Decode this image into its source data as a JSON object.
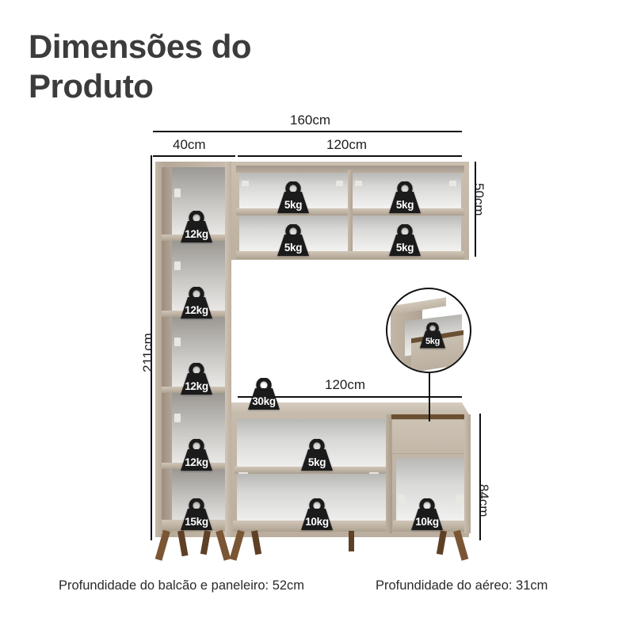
{
  "title": "Dimensões do Produto",
  "dimensions": {
    "overall_width": "160cm",
    "left_column_width": "40cm",
    "upper_right_width": "120cm",
    "counter_width": "120cm",
    "overall_height": "211cm",
    "upper_cabinet_height": "50cm",
    "counter_height": "84cm"
  },
  "weights": {
    "upper_tl": "5kg",
    "upper_tr": "5kg",
    "upper_bl": "5kg",
    "upper_br": "5kg",
    "column_1": "12kg",
    "column_2": "12kg",
    "column_3": "12kg",
    "column_4": "12kg",
    "column_5": "15kg",
    "counter_top": "30kg",
    "counter_shelf": "5kg",
    "counter_bottom": "10kg",
    "right_niche": "10kg",
    "drawer_callout": "5kg"
  },
  "captions": {
    "depth_counter": "Profundidade do balcão e paneleiro: 52cm",
    "depth_upper": "Profundidade do aéreo: 31cm"
  },
  "colors": {
    "text": "#3c3c3c",
    "line": "#111111",
    "carcass": "#b9ab9c",
    "carcass_light": "#cfc4b6",
    "leg": "#7b5634",
    "badge": "#1b1b1b"
  }
}
